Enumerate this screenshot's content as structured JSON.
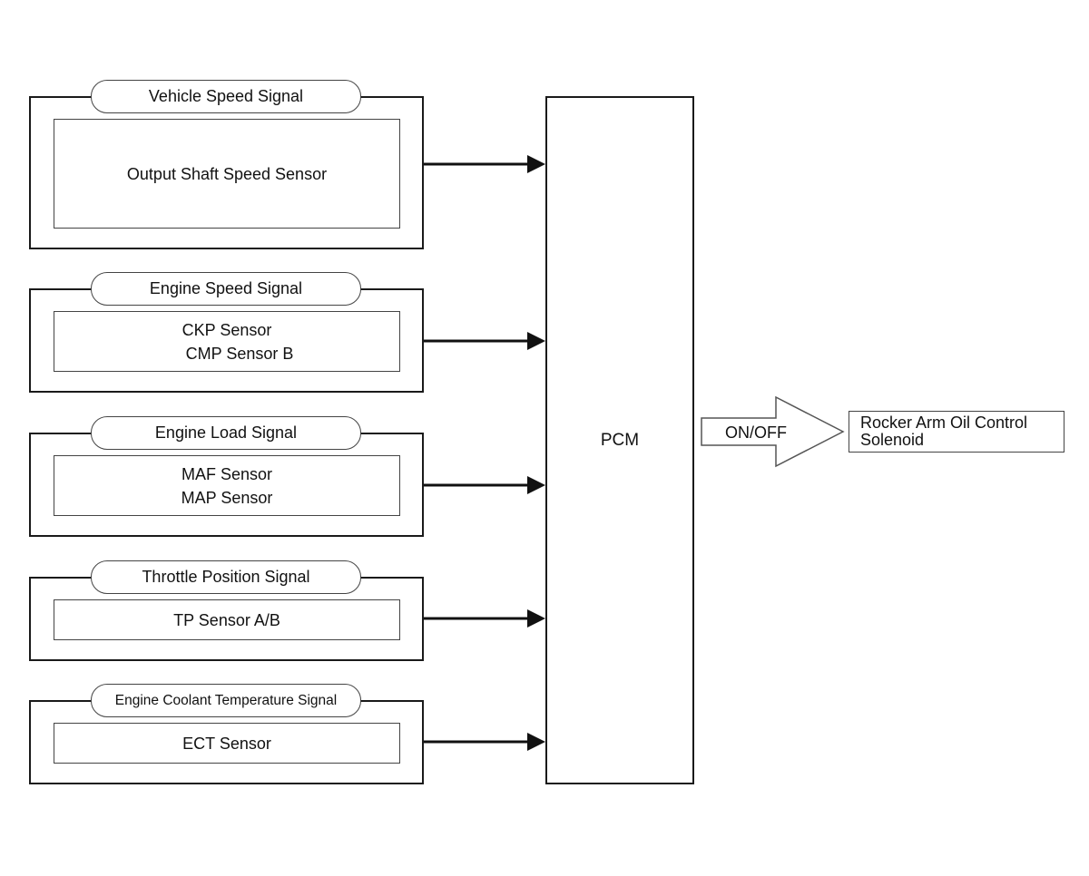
{
  "inputs": [
    {
      "signal": "Vehicle Speed Signal",
      "sensors": [
        "Output Shaft Speed Sensor"
      ]
    },
    {
      "signal": "Engine Speed Signal",
      "sensors": [
        "CKP Sensor",
        "CMP Sensor B"
      ]
    },
    {
      "signal": "Engine Load Signal",
      "sensors": [
        "MAF Sensor",
        "MAP Sensor"
      ]
    },
    {
      "signal": "Throttle Position Signal",
      "sensors": [
        "TP Sensor A/B"
      ]
    },
    {
      "signal": "Engine Coolant Temperature Signal",
      "sensors": [
        "ECT Sensor"
      ]
    }
  ],
  "pcm": {
    "label": "PCM"
  },
  "output_signal": {
    "label": "ON/OFF"
  },
  "output_device": {
    "lines": [
      "Rocker Arm Oil Control",
      "Solenoid"
    ]
  }
}
